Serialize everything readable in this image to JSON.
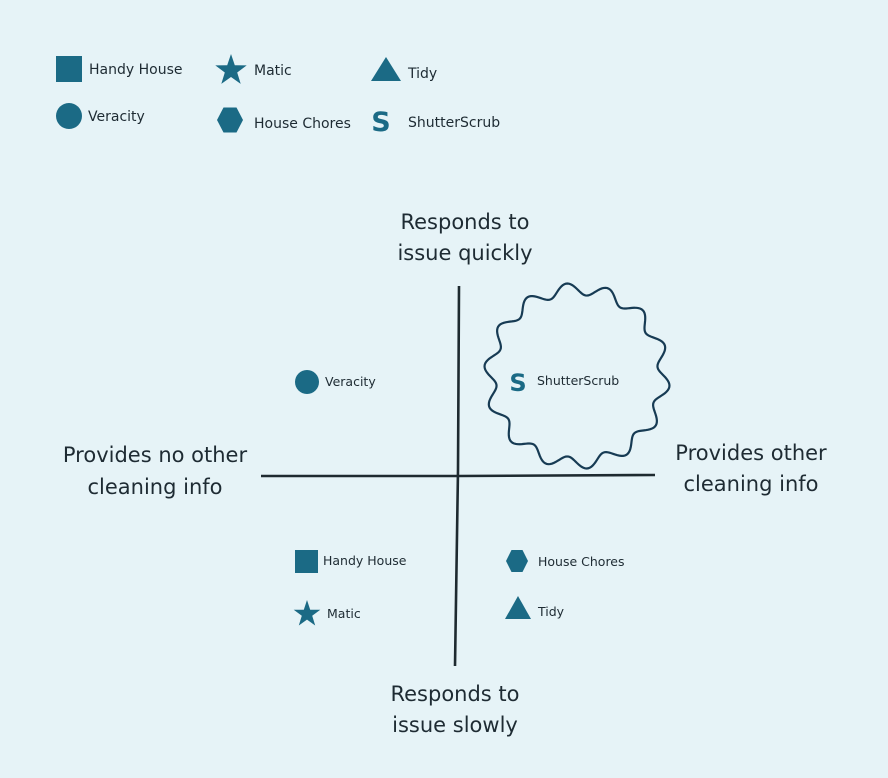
{
  "legend": [
    {
      "id": "handy-house",
      "label": "Handy House",
      "icon": "square"
    },
    {
      "id": "matic",
      "label": "Matic",
      "icon": "star"
    },
    {
      "id": "tidy",
      "label": "Tidy",
      "icon": "triangle"
    },
    {
      "id": "veracity",
      "label": "Veracity",
      "icon": "circle"
    },
    {
      "id": "house-chores",
      "label": "House Chores",
      "icon": "hexagon"
    },
    {
      "id": "shutterscrub",
      "label": "ShutterScrub",
      "icon": "s-letter",
      "icon_text": "S"
    }
  ],
  "axes": {
    "top": [
      "Responds to",
      "issue quickly"
    ],
    "bottom": [
      "Responds to",
      "issue slowly"
    ],
    "left": [
      "Provides no other",
      "cleaning info"
    ],
    "right": [
      "Provides other",
      "cleaning info"
    ]
  },
  "points": [
    {
      "id": "veracity",
      "label": "Veracity",
      "icon": "circle",
      "quadrant": "top-left"
    },
    {
      "id": "shutterscrub",
      "label": "ShutterScrub",
      "icon": "s-letter",
      "icon_text": "S",
      "quadrant": "top-right",
      "highlighted": true
    },
    {
      "id": "handy-house",
      "label": "Handy House",
      "icon": "square",
      "quadrant": "bottom-left"
    },
    {
      "id": "matic",
      "label": "Matic",
      "icon": "star",
      "quadrant": "bottom-left"
    },
    {
      "id": "house-chores",
      "label": "House Chores",
      "icon": "hexagon",
      "quadrant": "bottom-right"
    },
    {
      "id": "tidy",
      "label": "Tidy",
      "icon": "triangle",
      "quadrant": "bottom-right"
    }
  ],
  "colors": {
    "background": "#e6f3f7",
    "marker": "#1b6a85",
    "axis": "#1e2a30",
    "highlight_outline": "#173b54",
    "text": "#1e2b33"
  }
}
